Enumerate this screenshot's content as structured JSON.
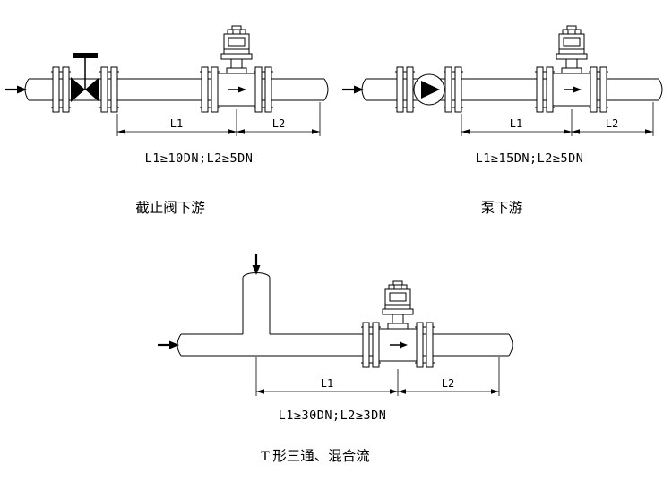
{
  "diagrams": [
    {
      "dim_labels": {
        "l1": "L1",
        "l2": "L2"
      },
      "formula": "L1≥10DN;L2≥5DN",
      "caption": "截止阀下游"
    },
    {
      "dim_labels": {
        "l1": "L1",
        "l2": "L2"
      },
      "formula": "L1≥15DN;L2≥5DN",
      "caption": "泵下游"
    },
    {
      "dim_labels": {
        "l1": "L1",
        "l2": "L2"
      },
      "formula": "L1≥30DN;L2≥3DN",
      "caption": "T 形三通、混合流"
    }
  ],
  "colors": {
    "line": "#000000",
    "background": "#ffffff"
  }
}
